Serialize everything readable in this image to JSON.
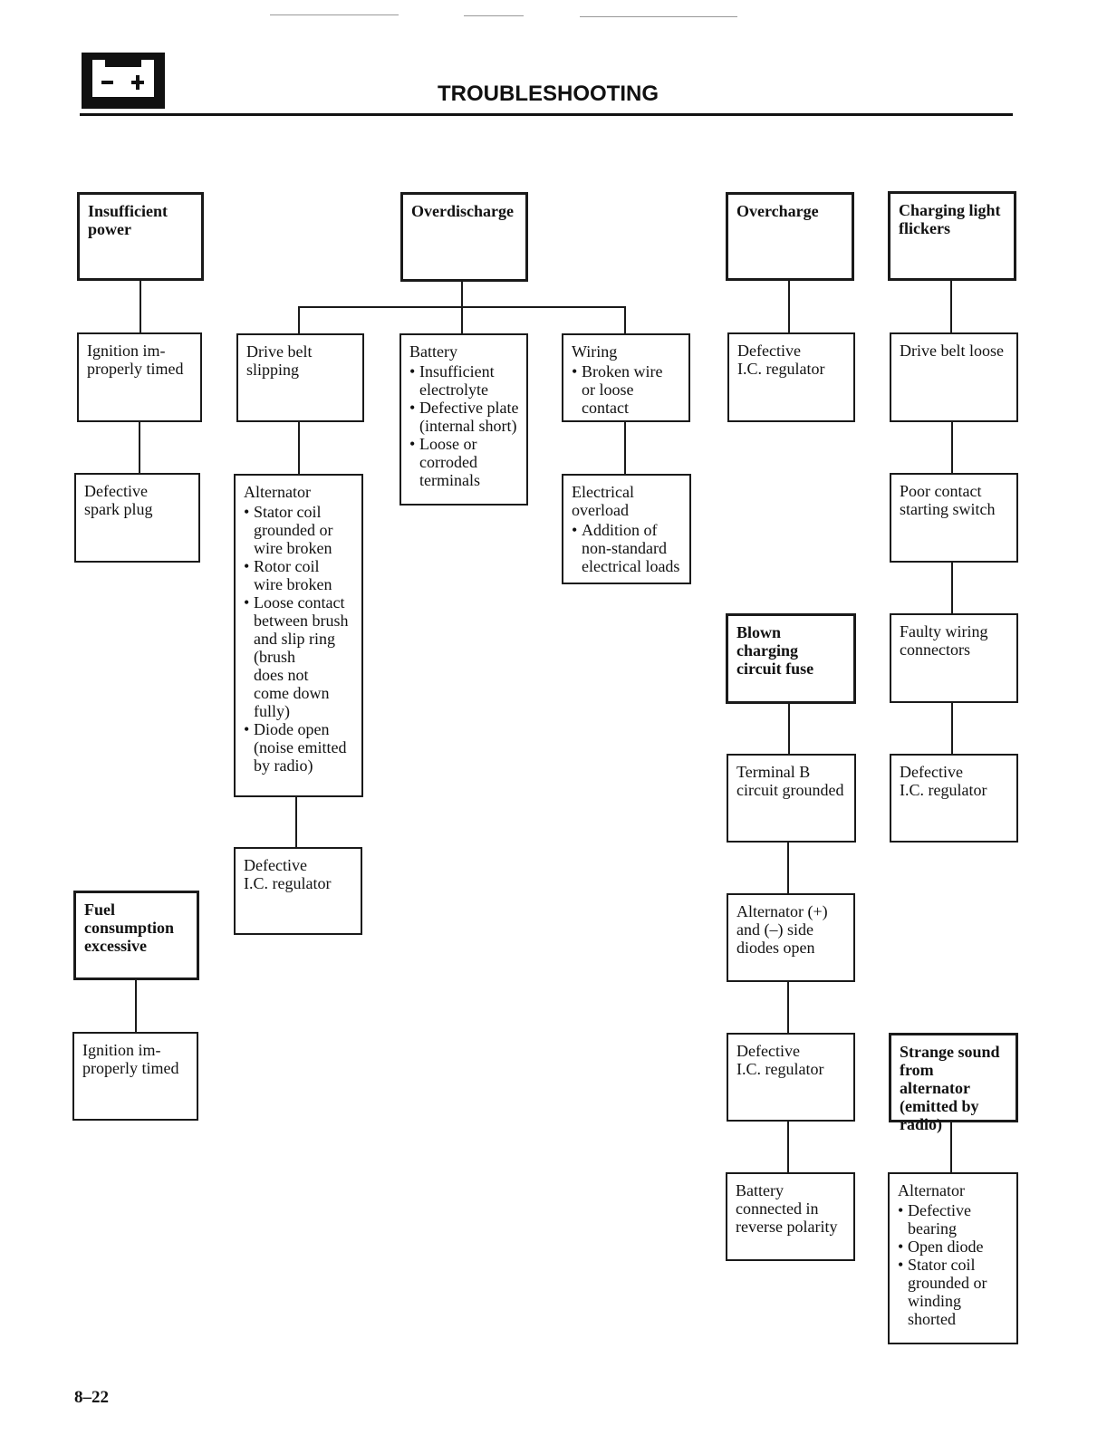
{
  "header": {
    "title": "TROUBLESHOOTING",
    "icon": "battery-icon"
  },
  "footer": {
    "page_number": "8–22"
  },
  "columns": {
    "insufficient_power": {
      "problem": "Insufficient\npower",
      "causes": [
        {
          "title": "Ignition im-\nproperly timed"
        },
        {
          "title": "Defective\nspark plug"
        }
      ]
    },
    "overdischarge": {
      "problem": "Overdischarge",
      "drive_belt": {
        "title": "Drive belt\nslipping"
      },
      "alternator": {
        "title": "Alternator",
        "items": [
          "Stator coil\ngrounded or\nwire broken",
          "Rotor coil\nwire broken",
          "Loose contact\nbetween brush\nand slip ring\n(brush\ndoes not\ncome down\nfully)",
          "Diode open\n(noise emitted\nby radio)"
        ]
      },
      "alternator_regulator": {
        "title": "Defective\nI.C. regulator"
      },
      "battery": {
        "title": "Battery",
        "items": [
          "Insufficient\nelectrolyte",
          "Defective plate\n(internal short)",
          "Loose or\ncorroded\nterminals"
        ]
      },
      "wiring": {
        "title": "Wiring",
        "items": [
          "Broken wire\nor loose\ncontact"
        ]
      },
      "electrical_overload": {
        "title": "Electrical\noverload",
        "items": [
          "Addition of\nnon-standard\nelectrical loads"
        ]
      }
    },
    "fuel_consumption": {
      "problem": "Fuel\nconsumption\nexcessive",
      "causes": [
        {
          "title": "Ignition im-\nproperly timed"
        }
      ]
    },
    "overcharge": {
      "problem": "Overcharge",
      "causes": [
        {
          "title": "Defective\nI.C. regulator"
        }
      ]
    },
    "blown_fuse": {
      "problem": "Blown charging\ncircuit fuse",
      "causes": [
        {
          "title": "Terminal B\ncircuit grounded"
        },
        {
          "title": "Alternator (+)\nand (–) side\ndiodes open"
        },
        {
          "title": "Defective\nI.C. regulator"
        },
        {
          "title": "Battery\nconnected in\nreverse polarity"
        }
      ]
    },
    "charging_light": {
      "problem": "Charging light\nflickers",
      "causes": [
        {
          "title": "Drive belt loose"
        },
        {
          "title": "Poor contact\nstarting switch"
        },
        {
          "title": "Faulty wiring\nconnectors"
        },
        {
          "title": "Defective\nI.C. regulator"
        }
      ]
    },
    "strange_sound": {
      "problem": "Strange sound\nfrom alternator\n(emitted by\nradio)",
      "alternator": {
        "title": "Alternator",
        "items": [
          "Defective\nbearing",
          "Open diode",
          "Stator coil\ngrounded or\nwinding\nshorted"
        ]
      }
    }
  }
}
